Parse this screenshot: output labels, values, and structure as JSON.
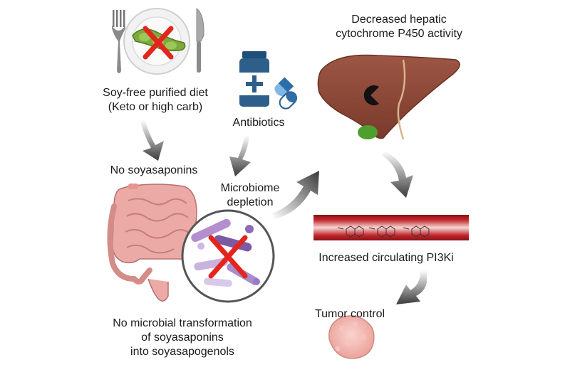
{
  "diet": {
    "line1": "Soy-free purified diet",
    "line2": "(Keto or high carb)"
  },
  "antibiotics": {
    "label": "Antibiotics"
  },
  "liver": {
    "line1": "Decreased hepatic",
    "line2": "cytochrome P450 activity"
  },
  "no_soyasaponins": {
    "label": "No soyasaponins"
  },
  "microbiome": {
    "line1": "Microbiome",
    "line2": "depletion"
  },
  "circulating": {
    "label": "Increased circulating PI3Ki"
  },
  "tumor": {
    "label": "Tumor control"
  },
  "transformation": {
    "line1": "No microbial transformation",
    "line2": "of soyasaponins",
    "line3": "into soyasapogenols"
  },
  "icons": [
    "fork-icon",
    "plate-icon",
    "knife-icon",
    "soybean-pod-icon",
    "red-x-icon",
    "medicine-bottle-icon",
    "capsule-icon",
    "liver-icon",
    "intestine-icon",
    "bacteria-magnifier-icon",
    "blood-vessel-icon",
    "tumor-icon"
  ],
  "colors": {
    "cross": "#e3261d",
    "liver": "#8e4a3a",
    "intestine": "#e8a3a0",
    "vessel": "#a3151b",
    "bottle": "#2d5f8a",
    "arrow": "#4a4a4a"
  }
}
